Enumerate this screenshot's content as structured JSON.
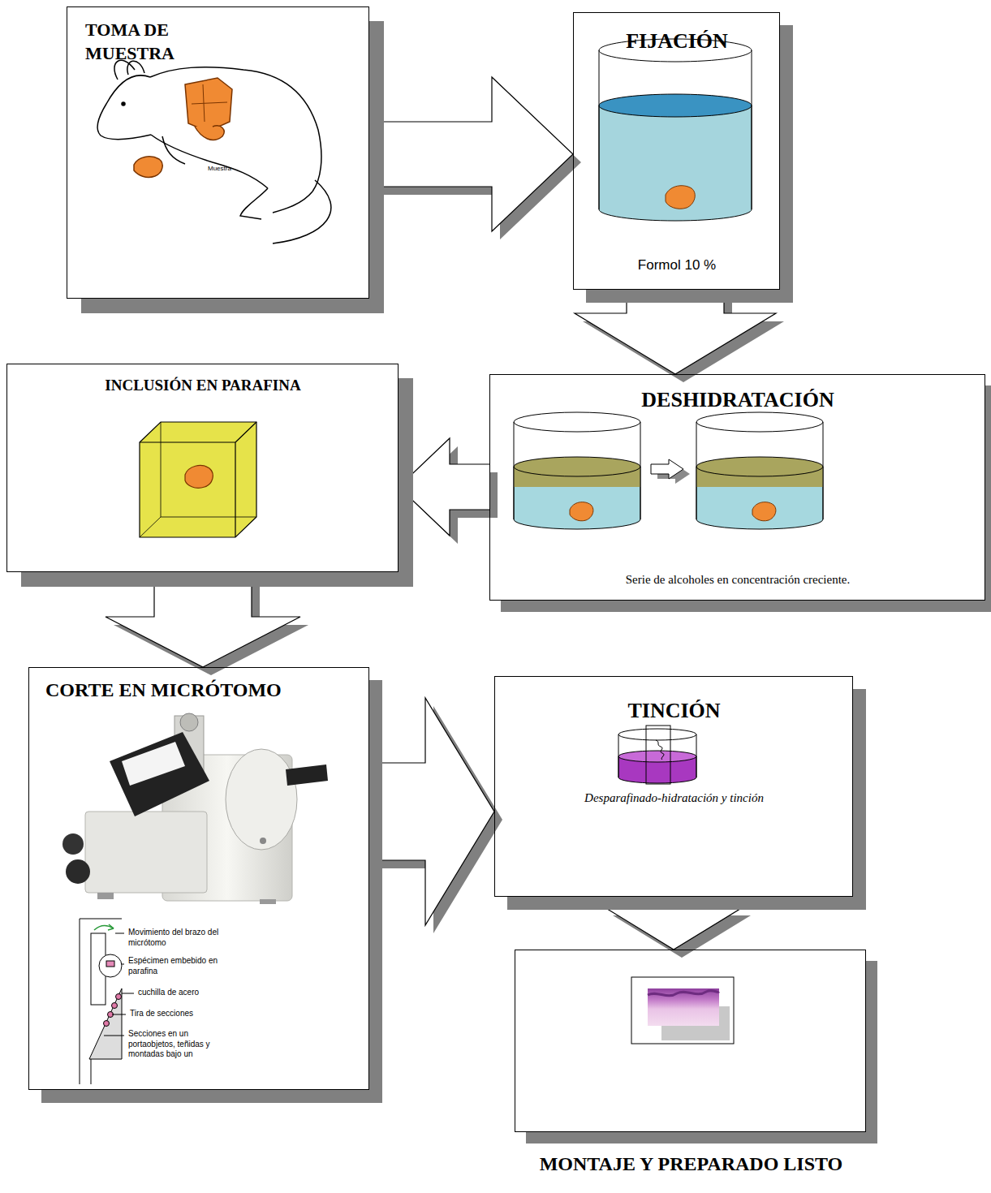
{
  "diagram": {
    "nodes": [
      {
        "text": [
          "TOMA DE MUESTRA"
        ]
      },
      {
        "text": [
          "FIJACIÓN",
          "Formol 10 %"
        ]
      },
      {
        "text": [
          "DESHIDRATACIÓN",
          "Serie de alcoholes en concentración creciente."
        ]
      },
      {
        "text": [
          "INCLUSIÓN EN PARAFINA"
        ]
      },
      {
        "text": [
          "CORTE EN MICRÓTOMO"
        ]
      },
      {
        "text": [
          "TINCIÓN",
          "Desparafinado-hidratación y tinción"
        ]
      },
      {
        "text": [
          "MONTAJE Y PREPARADO LISTO"
        ]
      }
    ],
    "edges": [
      {
        "from": 0,
        "to": 1,
        "arrow": "to"
      },
      {
        "from": 1,
        "to": 2,
        "arrow": "to"
      },
      {
        "from": 2,
        "to": 3,
        "arrow": "to"
      },
      {
        "from": 3,
        "to": 4,
        "arrow": "to"
      },
      {
        "from": 4,
        "to": 5,
        "arrow": "to"
      },
      {
        "from": 5,
        "to": 6,
        "arrow": "to"
      }
    ],
    "labels": [
      "Muestra",
      "Movimiento del brazo del micrótomo",
      "Espécimen embebido en parafina",
      "cuchilla de acero",
      "Tira de secciones",
      "Secciones en un portaobjetos, teñidas y montadas bajo un"
    ]
  }
}
